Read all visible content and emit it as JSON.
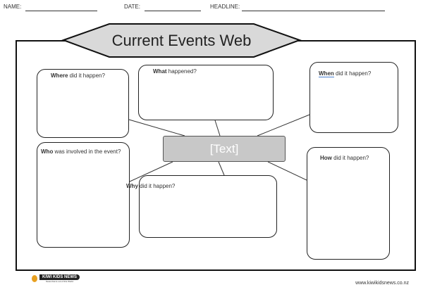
{
  "header": {
    "name_label": "NAME:",
    "date_label": "DATE:",
    "headline_label": "HEADLINE:"
  },
  "title": "Current Events Web",
  "center_text": "[Text]",
  "questions": {
    "where": {
      "bold": "Where",
      "rest": " did it happen?"
    },
    "what": {
      "bold": "What",
      "rest": " happened?"
    },
    "when": {
      "bold": "When",
      "rest": "  did it happen?"
    },
    "who": {
      "bold": "Who",
      "rest": " was involved in the event?"
    },
    "how": {
      "bold": "How",
      "rest": " did it happen?"
    },
    "why": {
      "bold": "Why",
      "rest": " did it happen?"
    }
  },
  "footer": {
    "logo_text": "KIWI KIDS NEWS",
    "tagline": "News that is out of this World",
    "url": "www.kiwikidsnews.co.nz"
  },
  "colors": {
    "center_fill": "#c8c8c8",
    "title_fill": "#d9d9d9"
  }
}
